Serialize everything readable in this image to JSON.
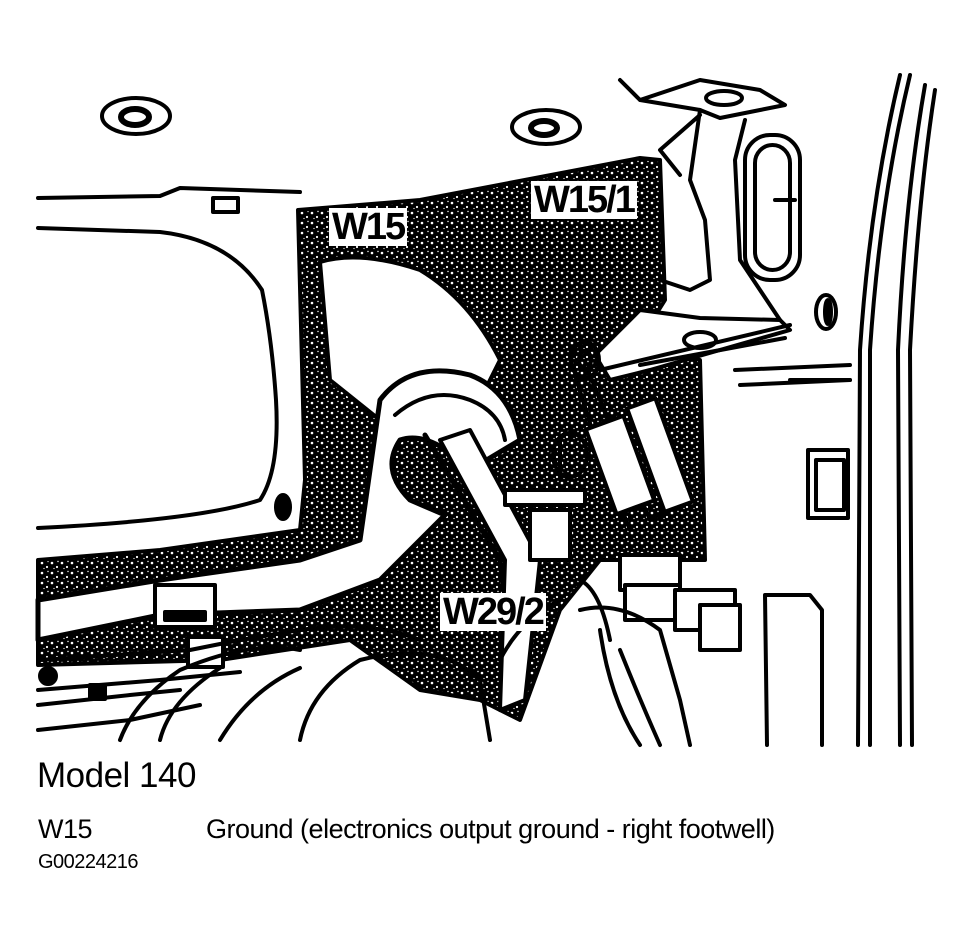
{
  "figure": {
    "description": "Ground point location illustration, right footwell",
    "callouts": [
      {
        "id": "w15",
        "label": "W15"
      },
      {
        "id": "w15_1",
        "label": "W15/1"
      },
      {
        "id": "w29_2",
        "label": "W29/2"
      }
    ],
    "colors": {
      "ink": "#000000",
      "paper": "#ffffff"
    }
  },
  "caption": {
    "title": "Model 140",
    "legend": [
      {
        "code": "W15",
        "description": "Ground (electronics output ground - right footwell)"
      }
    ],
    "figure_id": "G00224216"
  }
}
